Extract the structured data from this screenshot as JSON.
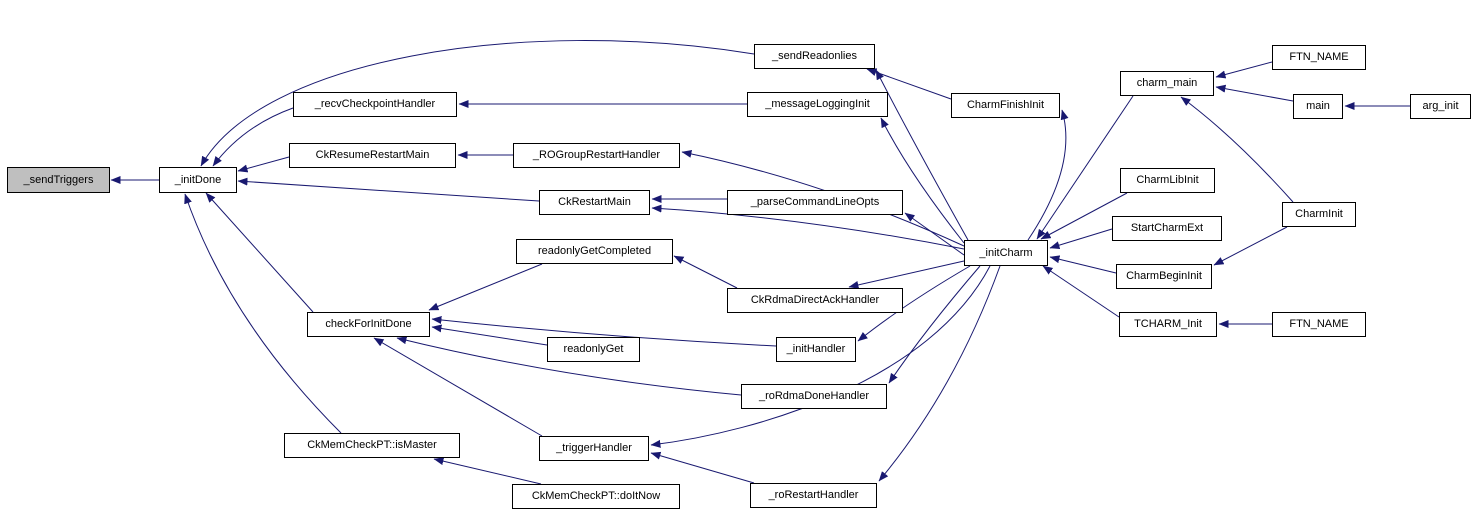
{
  "diagram": {
    "type": "doxygen-caller-graph",
    "root_function": "_sendTriggers",
    "edge_color": "#191970",
    "node_fill": "#ffffff",
    "node_border": "#000000",
    "root_fill": "#bfbfbf",
    "nodes": [
      {
        "id": "send-triggers",
        "label": "_sendTriggers",
        "root": true
      },
      {
        "id": "init-done",
        "label": "_initDone",
        "root": false
      },
      {
        "id": "recv-checkpoint-handler",
        "label": "_recvCheckpointHandler",
        "root": false
      },
      {
        "id": "ck-resume-restart-main",
        "label": "CkResumeRestartMain",
        "root": false
      },
      {
        "id": "ro-group-restart-handler",
        "label": "_ROGroupRestartHandler",
        "root": false
      },
      {
        "id": "ck-restart-main",
        "label": "CkRestartMain",
        "root": false
      },
      {
        "id": "parse-command-line-opts",
        "label": "_parseCommandLineOpts",
        "root": false
      },
      {
        "id": "readonly-get-completed",
        "label": "readonlyGetCompleted",
        "root": false
      },
      {
        "id": "ck-rdma-direct-ack-handler",
        "label": "CkRdmaDirectAckHandler",
        "root": false
      },
      {
        "id": "check-for-init-done",
        "label": "checkForInitDone",
        "root": false
      },
      {
        "id": "readonly-get",
        "label": "readonlyGet",
        "root": false
      },
      {
        "id": "init-handler",
        "label": "_initHandler",
        "root": false
      },
      {
        "id": "ro-rdma-done-handler",
        "label": "_roRdmaDoneHandler",
        "root": false
      },
      {
        "id": "ck-mem-check-pt-is-master",
        "label": "CkMemCheckPT::isMaster",
        "root": false
      },
      {
        "id": "trigger-handler",
        "label": "_triggerHandler",
        "root": false
      },
      {
        "id": "ck-mem-check-pt-do-it-now",
        "label": "CkMemCheckPT::doItNow",
        "root": false
      },
      {
        "id": "ro-restart-handler",
        "label": "_roRestartHandler",
        "root": false
      },
      {
        "id": "send-readonlies",
        "label": "_sendReadonlies",
        "root": false
      },
      {
        "id": "message-logging-init",
        "label": "_messageLoggingInit",
        "root": false
      },
      {
        "id": "charm-finish-init",
        "label": "CharmFinishInit",
        "root": false
      },
      {
        "id": "init-charm",
        "label": "_initCharm",
        "root": false
      },
      {
        "id": "charm-main",
        "label": "charm_main",
        "root": false
      },
      {
        "id": "ftn-name-top",
        "label": "FTN_NAME",
        "root": false
      },
      {
        "id": "main",
        "label": "main",
        "root": false
      },
      {
        "id": "arg-init",
        "label": "arg_init",
        "root": false
      },
      {
        "id": "charm-lib-init",
        "label": "CharmLibInit",
        "root": false
      },
      {
        "id": "charm-init",
        "label": "CharmInit",
        "root": false
      },
      {
        "id": "start-charm-ext",
        "label": "StartCharmExt",
        "root": false
      },
      {
        "id": "charm-begin-init",
        "label": "CharmBeginInit",
        "root": false
      },
      {
        "id": "tcharm-init",
        "label": "TCHARM_Init",
        "root": false
      },
      {
        "id": "ftn-name-bottom",
        "label": "FTN_NAME",
        "root": false
      }
    ],
    "edges": [
      {
        "from": "init-done",
        "to": "send-triggers"
      },
      {
        "from": "send-readonlies",
        "to": "init-done"
      },
      {
        "from": "recv-checkpoint-handler",
        "to": "init-done"
      },
      {
        "from": "ck-resume-restart-main",
        "to": "init-done"
      },
      {
        "from": "ck-restart-main",
        "to": "init-done"
      },
      {
        "from": "check-for-init-done",
        "to": "init-done"
      },
      {
        "from": "ck-mem-check-pt-is-master",
        "to": "init-done"
      },
      {
        "from": "message-logging-init",
        "to": "recv-checkpoint-handler"
      },
      {
        "from": "ro-group-restart-handler",
        "to": "ck-resume-restart-main"
      },
      {
        "from": "parse-command-line-opts",
        "to": "ck-restart-main"
      },
      {
        "from": "init-charm",
        "to": "ck-restart-main"
      },
      {
        "from": "readonly-get-completed",
        "to": "check-for-init-done"
      },
      {
        "from": "readonly-get",
        "to": "check-for-init-done"
      },
      {
        "from": "init-handler",
        "to": "check-for-init-done"
      },
      {
        "from": "ro-rdma-done-handler",
        "to": "check-for-init-done"
      },
      {
        "from": "trigger-handler",
        "to": "check-for-init-done"
      },
      {
        "from": "ck-rdma-direct-ack-handler",
        "to": "readonly-get-completed"
      },
      {
        "from": "ck-mem-check-pt-do-it-now",
        "to": "ck-mem-check-pt-is-master"
      },
      {
        "from": "ro-restart-handler",
        "to": "trigger-handler"
      },
      {
        "from": "init-charm",
        "to": "send-readonlies"
      },
      {
        "from": "charm-finish-init",
        "to": "send-readonlies"
      },
      {
        "from": "init-charm",
        "to": "message-logging-init"
      },
      {
        "from": "init-charm",
        "to": "charm-finish-init"
      },
      {
        "from": "init-charm",
        "to": "ro-group-restart-handler"
      },
      {
        "from": "init-charm",
        "to": "parse-command-line-opts"
      },
      {
        "from": "init-charm",
        "to": "ck-rdma-direct-ack-handler"
      },
      {
        "from": "init-charm",
        "to": "init-handler"
      },
      {
        "from": "init-charm",
        "to": "ro-rdma-done-handler"
      },
      {
        "from": "init-charm",
        "to": "trigger-handler"
      },
      {
        "from": "init-charm",
        "to": "ro-restart-handler"
      },
      {
        "from": "charm-main",
        "to": "init-charm"
      },
      {
        "from": "charm-lib-init",
        "to": "init-charm"
      },
      {
        "from": "start-charm-ext",
        "to": "init-charm"
      },
      {
        "from": "charm-begin-init",
        "to": "init-charm"
      },
      {
        "from": "tcharm-init",
        "to": "init-charm"
      },
      {
        "from": "ftn-name-top",
        "to": "charm-main"
      },
      {
        "from": "main",
        "to": "charm-main"
      },
      {
        "from": "arg-init",
        "to": "main"
      },
      {
        "from": "charm-init",
        "to": "charm-main"
      },
      {
        "from": "charm-init",
        "to": "charm-begin-init"
      },
      {
        "from": "ftn-name-bottom",
        "to": "tcharm-init"
      }
    ]
  }
}
